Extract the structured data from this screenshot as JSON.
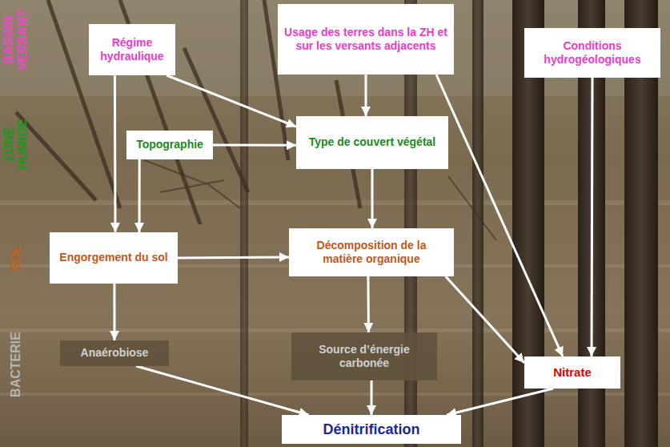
{
  "diagram": {
    "nodes": [
      {
        "text": [
          "Régime hydraulique"
        ]
      },
      {
        "text": [
          "Usage des terres dans la ZH et sur les versants adjacents"
        ]
      },
      {
        "text": [
          "Conditions hydrogéologiques"
        ]
      },
      {
        "text": [
          "Topographie"
        ]
      },
      {
        "text": [
          "Type de couvert végétal"
        ]
      },
      {
        "text": [
          "Engorgement du sol"
        ]
      },
      {
        "text": [
          "Décomposition de la matière organique"
        ]
      },
      {
        "text": [
          "Anaérobiose"
        ]
      },
      {
        "text": [
          "Source d’énergie carbonée"
        ]
      },
      {
        "text": [
          "Nitrate"
        ]
      },
      {
        "text": [
          "Dénitrification"
        ]
      }
    ],
    "edges": [
      {
        "from": 0,
        "to": 5,
        "arrow": "to"
      },
      {
        "from": 0,
        "to": 4,
        "arrow": "to"
      },
      {
        "from": 3,
        "to": 5,
        "arrow": "to"
      },
      {
        "from": 3,
        "to": 4,
        "arrow": "to"
      },
      {
        "from": 1,
        "to": 4,
        "arrow": "to"
      },
      {
        "from": 1,
        "to": 9,
        "arrow": "to"
      },
      {
        "from": 2,
        "to": 9,
        "arrow": "to"
      },
      {
        "from": 4,
        "to": 6,
        "arrow": "to"
      },
      {
        "from": 5,
        "to": 6,
        "arrow": "to"
      },
      {
        "from": 5,
        "to": 7,
        "arrow": "to"
      },
      {
        "from": 6,
        "to": 8,
        "arrow": "to"
      },
      {
        "from": 6,
        "to": 9,
        "arrow": "to"
      },
      {
        "from": 7,
        "to": 10,
        "arrow": "to"
      },
      {
        "from": 8,
        "to": 10,
        "arrow": "to"
      },
      {
        "from": 9,
        "to": 10,
        "arrow": "to"
      }
    ],
    "labels": [
      "BASSIN VERSANT",
      "ZONE HUMIDE",
      "SOL",
      "BACTERIE"
    ]
  }
}
